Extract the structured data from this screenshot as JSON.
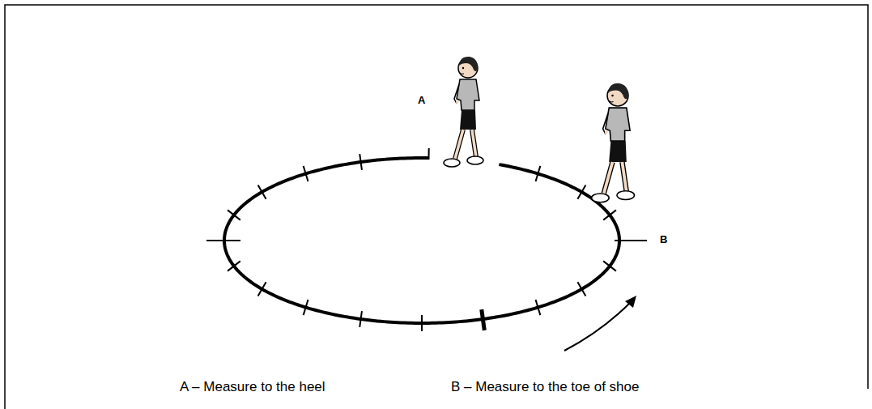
{
  "diagram": {
    "labels": [
      "A",
      "B",
      "A – Measure to the heel",
      "B – Measure to the toe of shoe"
    ]
  }
}
